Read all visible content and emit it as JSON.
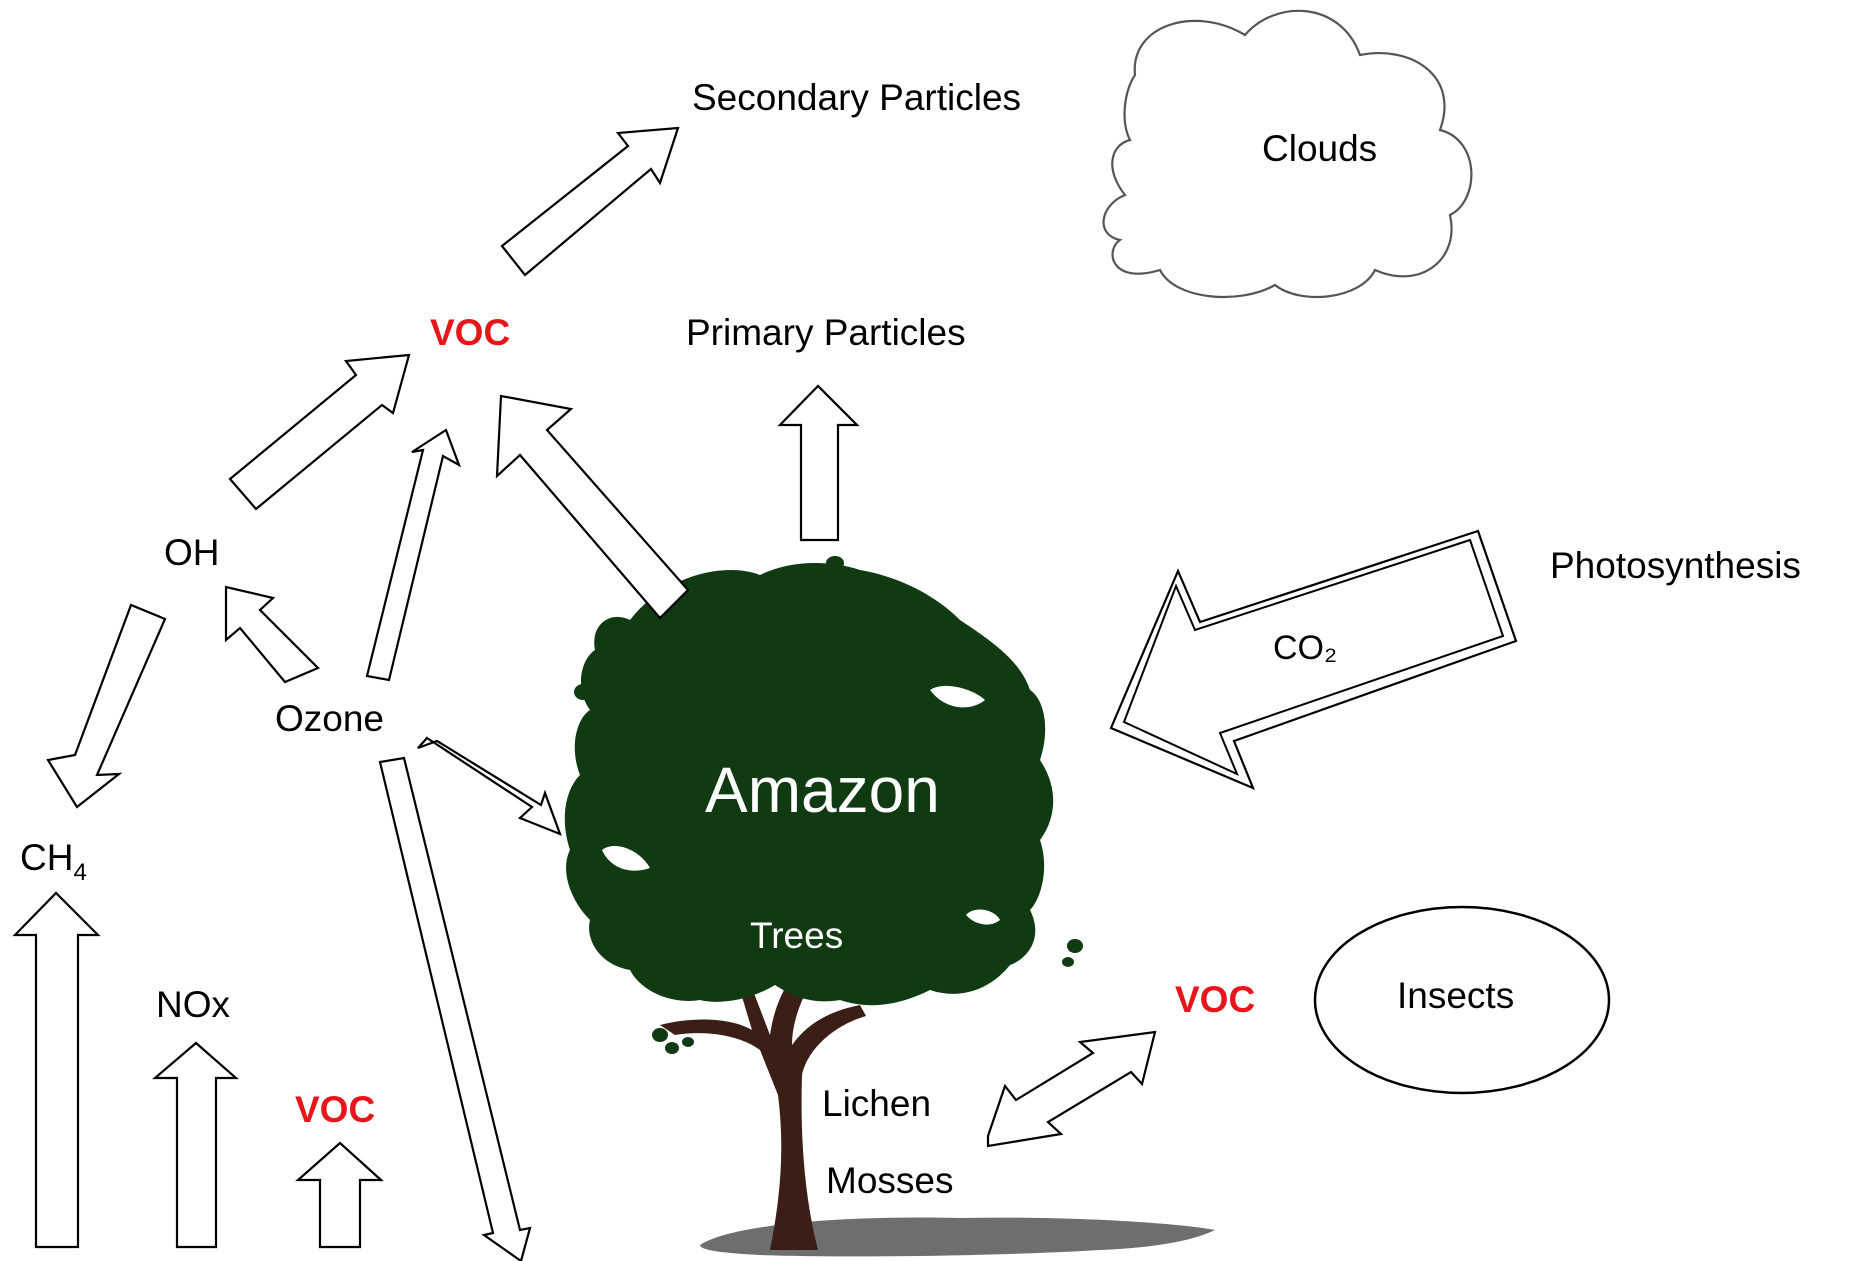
{
  "labels": {
    "secondary_particles": "Secondary Particles",
    "clouds": "Clouds",
    "voc_top": "VOC",
    "primary_particles": "Primary Particles",
    "oh": "OH",
    "photosynthesis": "Photosynthesis",
    "co2": "CO₂",
    "ozone": "Ozone",
    "amazon": "Amazon",
    "ch4_base": "CH",
    "ch4_sub": "4",
    "trees": "Trees",
    "voc_right": "VOC",
    "insects": "Insects",
    "nox": "NOx",
    "lichen": "Lichen",
    "voc_bottom": "VOC",
    "mosses": "Mosses"
  },
  "colors": {
    "voc": "#e8161b",
    "tree_canopy": "#0f3a12",
    "tree_trunk": "#3b1f17",
    "shadow": "#555555",
    "outline": "#000000",
    "cloud_outline": "#555555"
  }
}
